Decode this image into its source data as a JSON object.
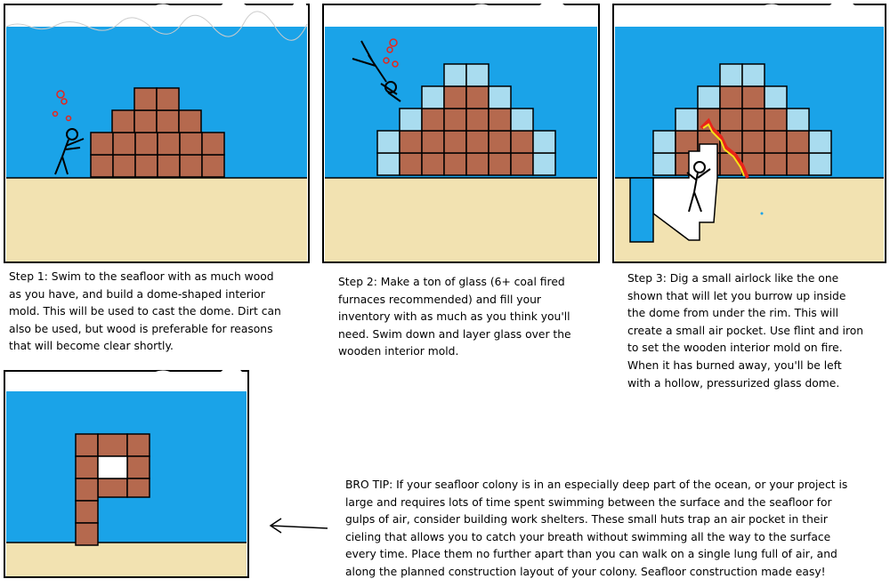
{
  "steps": [
    {
      "caption": "Step 1: Swim to the seafloor with as much wood\nas you have, and build a dome-shaped interior\nmold. This will be used to cast the dome. Dirt can\nalso be used, but wood is preferable for reasons\nthat will become clear shortly."
    },
    {
      "caption": "Step 2: Make a ton of glass (6+ coal fired\nfurnaces recommended) and fill your\ninventory with as much as you think you'll\nneed. Swim down and layer glass over the\nwooden interior mold."
    },
    {
      "caption": "Step 3: Dig a small airlock like the one\nshown that will let you burrow up inside\nthe dome from under the rim. This will\ncreate a small air pocket. Use flint and iron\nto set the wooden interior mold on fire.\nWhen it has burned away, you'll be left\nwith a hollow, pressurized glass dome."
    }
  ],
  "tip": {
    "text": "BRO TIP: If your seafloor colony is in an especially deep part of the ocean, or your project is\nlarge and requires lots of time spent swimming between the surface and the seafloor for\ngulps of air, consider building work shelters. These small huts trap an air pocket in their\ncieling that allows you to catch your breath without swimming all the way to the surface\nevery time. Place them no further apart than you can walk on a single lung full of air, and\nalong the planned construction layout of your colony.  Seafloor construction made easy!"
  },
  "colors": {
    "water": "#1aa3e8",
    "sand": "#f2e2b1",
    "wood": "#b5694e",
    "glass": "#a9dcef",
    "fire": "#e8251a",
    "fire_inner": "#f5e11a"
  }
}
